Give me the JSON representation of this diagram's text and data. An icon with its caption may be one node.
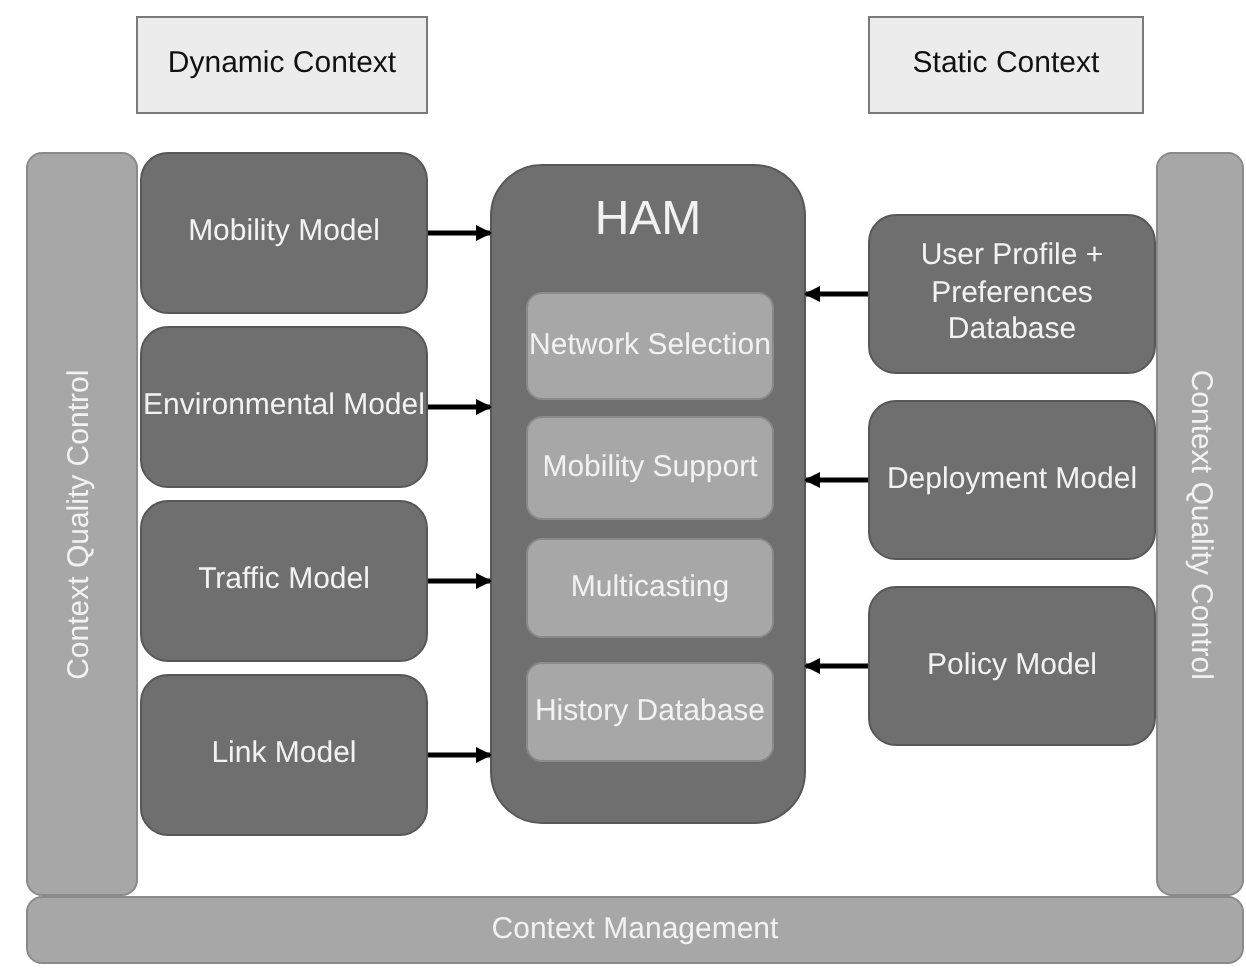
{
  "diagram": {
    "nodes": [
      {
        "text": [
          "Dynamic Context"
        ]
      },
      {
        "text": [
          "Static Context"
        ]
      },
      {
        "text": [
          "Context Quality Control"
        ]
      },
      {
        "text": [
          "Mobility Model"
        ]
      },
      {
        "text": [
          "Environmental Model"
        ]
      },
      {
        "text": [
          "Traffic Model"
        ]
      },
      {
        "text": [
          "Link Model"
        ]
      },
      {
        "text": [
          "HAM"
        ]
      },
      {
        "text": [
          "Network Selection"
        ],
        "in": 7
      },
      {
        "text": [
          "Mobility Support"
        ],
        "in": 7
      },
      {
        "text": [
          "Multicasting"
        ],
        "in": 7
      },
      {
        "text": [
          "History Database"
        ],
        "in": 7
      },
      {
        "text": [
          "User Profile + Preferences Database"
        ]
      },
      {
        "text": [
          "Deployment Model"
        ]
      },
      {
        "text": [
          "Policy Model"
        ]
      },
      {
        "text": [
          "Context Quality Control"
        ]
      },
      {
        "text": [
          "Context Management"
        ]
      }
    ],
    "edges": [
      {
        "from": 3,
        "to": 7,
        "arrow": "to"
      },
      {
        "from": 4,
        "to": 7,
        "arrow": "to"
      },
      {
        "from": 5,
        "to": 7,
        "arrow": "to"
      },
      {
        "from": 6,
        "to": 7,
        "arrow": "to"
      },
      {
        "from": 12,
        "to": 7,
        "arrow": "to"
      },
      {
        "from": 13,
        "to": 7,
        "arrow": "to"
      },
      {
        "from": 14,
        "to": 7,
        "arrow": "to"
      }
    ]
  }
}
